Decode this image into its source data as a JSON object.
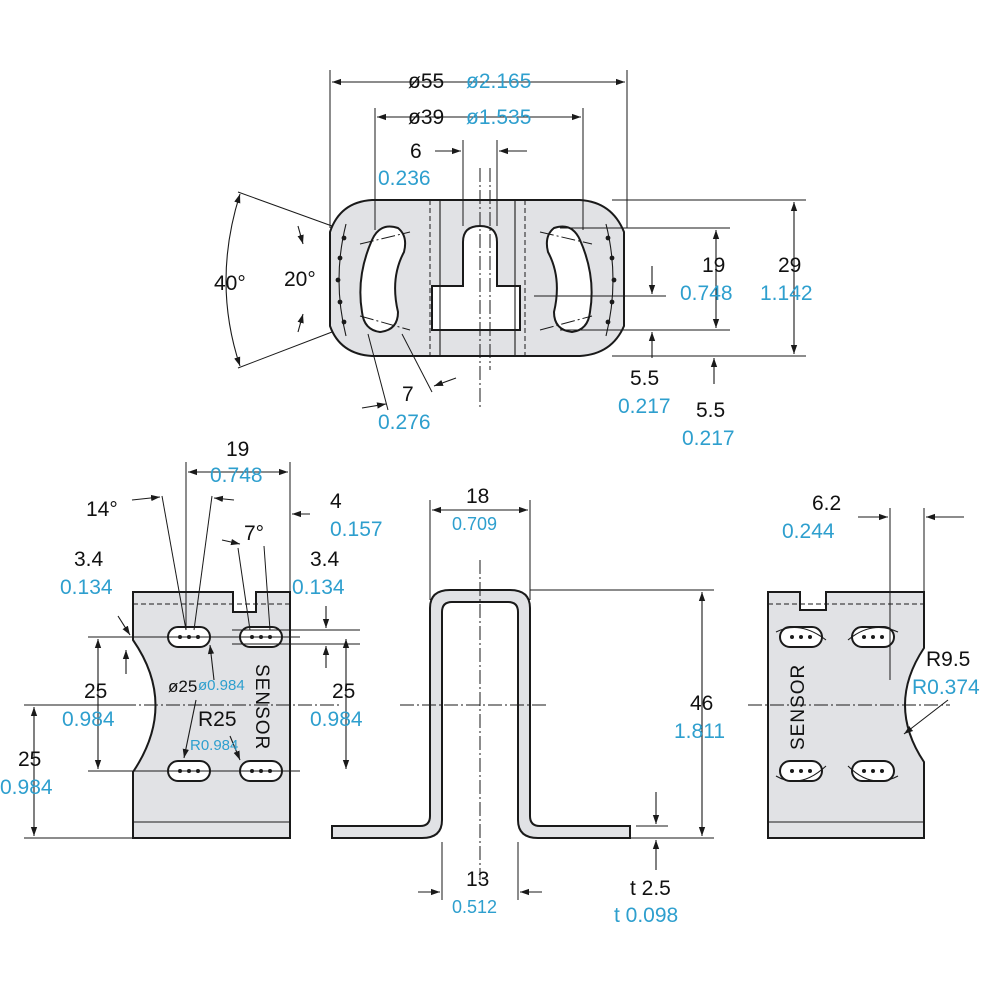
{
  "colors": {
    "metric": "#111111",
    "imperial": "#2e9fce",
    "part_fill": "#e1e2e5",
    "line": "#1a1a1a"
  },
  "top_view": {
    "outer_diameter": {
      "mm": "ø55",
      "inch": "ø2.165"
    },
    "inner_diameter": {
      "mm": "ø39",
      "inch": "ø1.535"
    },
    "slot_width": {
      "mm": "6",
      "inch": "0.236"
    },
    "slot_angle": "40°",
    "slot_angle_inner": "20°",
    "width": {
      "mm": "7",
      "inch": "0.276"
    },
    "slot_height": {
      "mm": "19",
      "inch": "0.748"
    },
    "overall_height": {
      "mm": "29",
      "inch": "1.142"
    },
    "offset_a": {
      "mm": "5.5",
      "inch": "0.217"
    },
    "offset_b": {
      "mm": "5.5",
      "inch": "0.217"
    }
  },
  "front_view": {
    "hole_pitch_x": {
      "mm": "19",
      "inch": "0.748"
    },
    "angle_a": "14°",
    "angle_b": "7°",
    "notch_width": {
      "mm": "4",
      "inch": "0.157"
    },
    "slot_size_left": {
      "mm": "3.4",
      "inch": "0.134"
    },
    "slot_size_right": {
      "mm": "3.4",
      "inch": "0.134"
    },
    "hole_pitch_y_left": {
      "mm": "25",
      "inch": "0.984"
    },
    "hole_pitch_y_right": {
      "mm": "25",
      "inch": "0.984"
    },
    "bottom_height": {
      "mm": "25",
      "inch": "0.984"
    },
    "pitch_circle": {
      "mm": "ø25",
      "inch": "ø0.984"
    },
    "radius": {
      "mm": "R25",
      "inch": "R0.984"
    },
    "label": "SENSOR"
  },
  "side_view": {
    "top_width": {
      "mm": "18",
      "inch": "0.709"
    },
    "height": {
      "mm": "46",
      "inch": "1.811"
    },
    "bottom_width": {
      "mm": "13",
      "inch": "0.512"
    },
    "thickness": {
      "mm": "t 2.5",
      "inch": "t 0.098"
    }
  },
  "rear_view": {
    "notch_offset": {
      "mm": "6.2",
      "inch": "0.244"
    },
    "radius": {
      "mm": "R9.5",
      "inch": "R0.374"
    },
    "label": "SENSOR"
  }
}
